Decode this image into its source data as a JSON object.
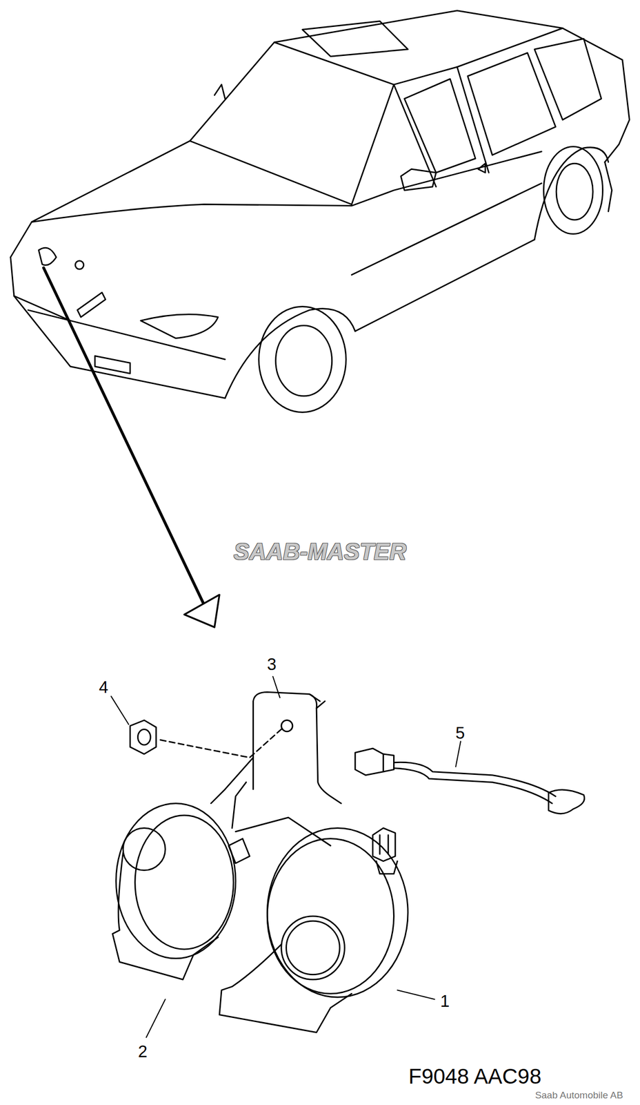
{
  "diagram": {
    "labels": [
      "SAAB-MASTER",
      "3",
      "4",
      "5",
      "1",
      "2",
      "F9048 AAC98",
      "Saab Automobile AB"
    ]
  }
}
